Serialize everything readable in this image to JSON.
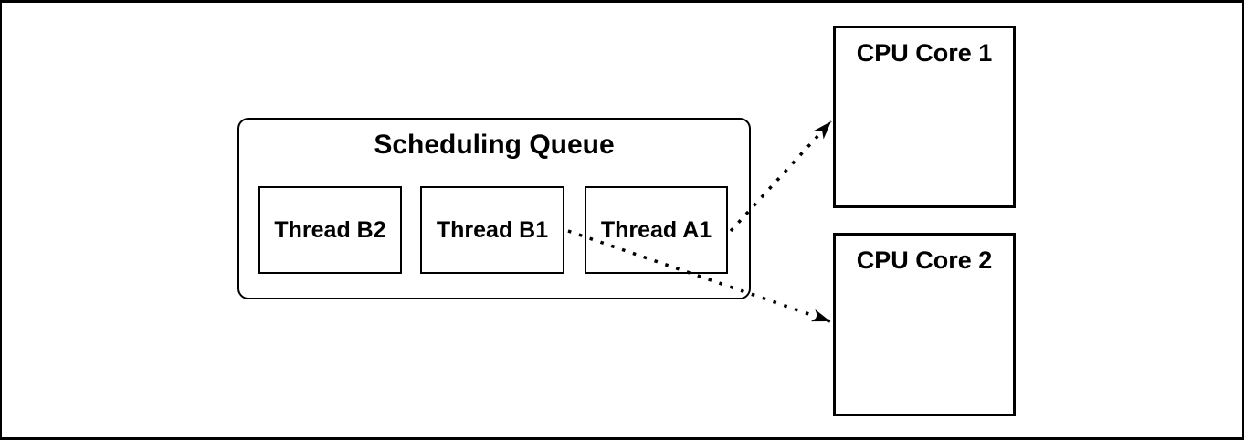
{
  "diagram": {
    "background_color": "#ffffff",
    "line_color": "#000000",
    "queue": {
      "title": "Scheduling Queue",
      "threads": [
        {
          "label": "Thread B2"
        },
        {
          "label": "Thread B1"
        },
        {
          "label": "Thread A1"
        }
      ]
    },
    "cores": [
      {
        "label": "CPU Core 1"
      },
      {
        "label": "CPU Core 2"
      }
    ],
    "edges": [
      {
        "from": "Thread A1",
        "to": "CPU Core 1",
        "style": "dotted-arrow"
      },
      {
        "from": "Thread B1",
        "to": "CPU Core 2",
        "style": "dotted-arrow"
      }
    ]
  }
}
